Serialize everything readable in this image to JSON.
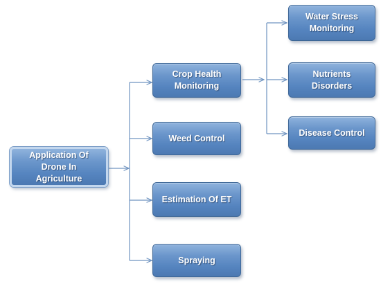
{
  "diagram": {
    "root": "Application Of\nDrone In\nAgriculture",
    "applications": [
      "Crop Health\nMonitoring",
      "Weed Control",
      "Estimation Of ET",
      "Spraying"
    ],
    "crop_health_outputs": [
      "Water Stress\nMonitoring",
      "Nutrients\nDisorders",
      "Disease Control"
    ],
    "colors": {
      "box_fill": "#5a88c2",
      "box_border": "#3e6797",
      "connector": "#6f93c0",
      "text": "#ffffff"
    }
  }
}
